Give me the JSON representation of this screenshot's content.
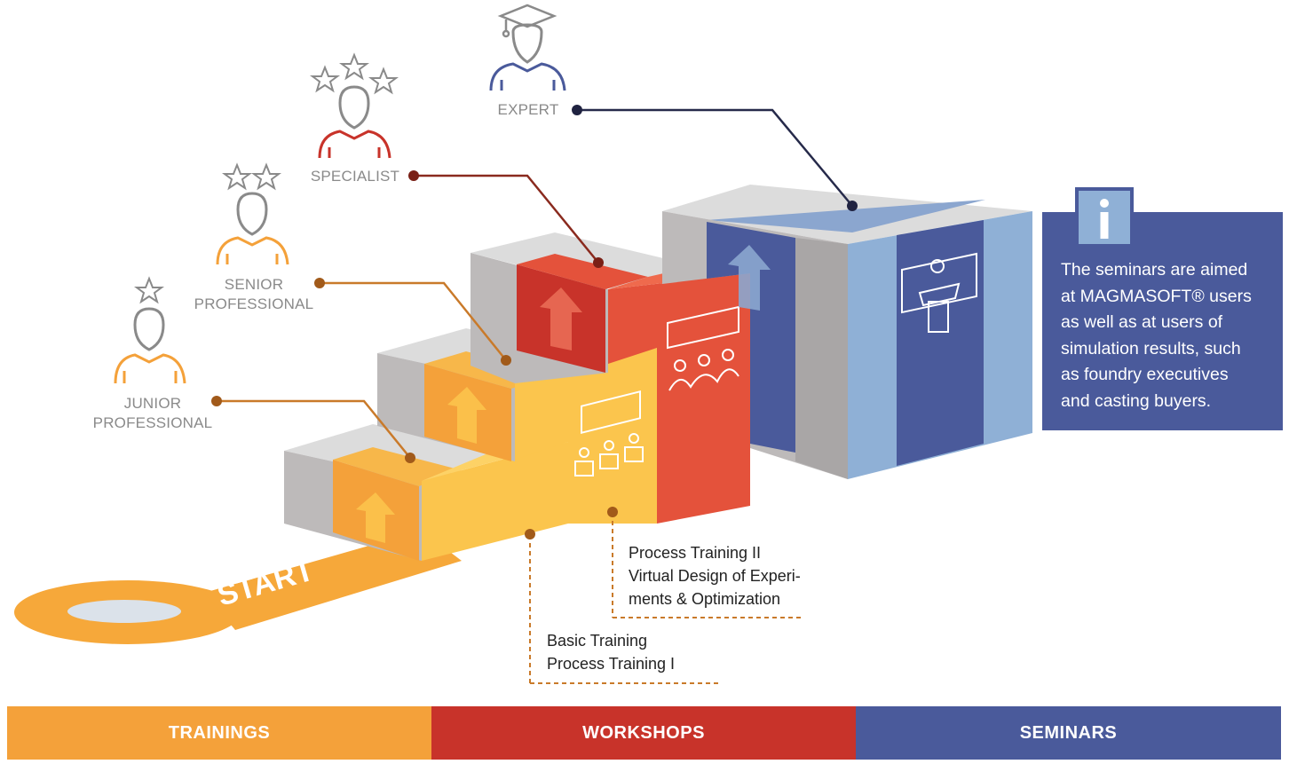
{
  "levels": [
    {
      "id": "junior",
      "lines": [
        "JUNIOR",
        "PROFESSIONAL"
      ],
      "color": "#f4a13a"
    },
    {
      "id": "senior",
      "lines": [
        "SENIOR",
        "PROFESSIONAL"
      ],
      "color": "#f4a13a"
    },
    {
      "id": "specialist",
      "lines": [
        "SPECIALIST"
      ],
      "color": "#c8332a"
    },
    {
      "id": "expert",
      "lines": [
        "EXPERT"
      ],
      "color": "#4a5a9b"
    }
  ],
  "path": {
    "start_label": "START"
  },
  "courses": {
    "basic": {
      "lines": [
        "Basic Training",
        "Process Training I"
      ]
    },
    "process2": {
      "lines": [
        "Process Training II",
        "Virtual Design of Experi-",
        "ments & Optimization"
      ]
    }
  },
  "info": {
    "icon": "info-icon",
    "lines": [
      "The seminars are aimed",
      "at MAGMASOFT® users",
      "as well as at users of",
      "simulation results, such",
      "as foundry executives",
      "and casting buyers."
    ]
  },
  "categories": [
    {
      "id": "trainings",
      "label": "TRAININGS",
      "color": "#f4a13a"
    },
    {
      "id": "workshops",
      "label": "WORKSHOPS",
      "color": "#c8332a"
    },
    {
      "id": "seminars",
      "label": "SEMINARS",
      "color": "#4a5a9b"
    }
  ],
  "icons": [
    "person-icon",
    "star-icon",
    "graduation-cap-icon",
    "arrow-up-icon",
    "classroom-icon",
    "meeting-icon",
    "lectern-icon"
  ]
}
